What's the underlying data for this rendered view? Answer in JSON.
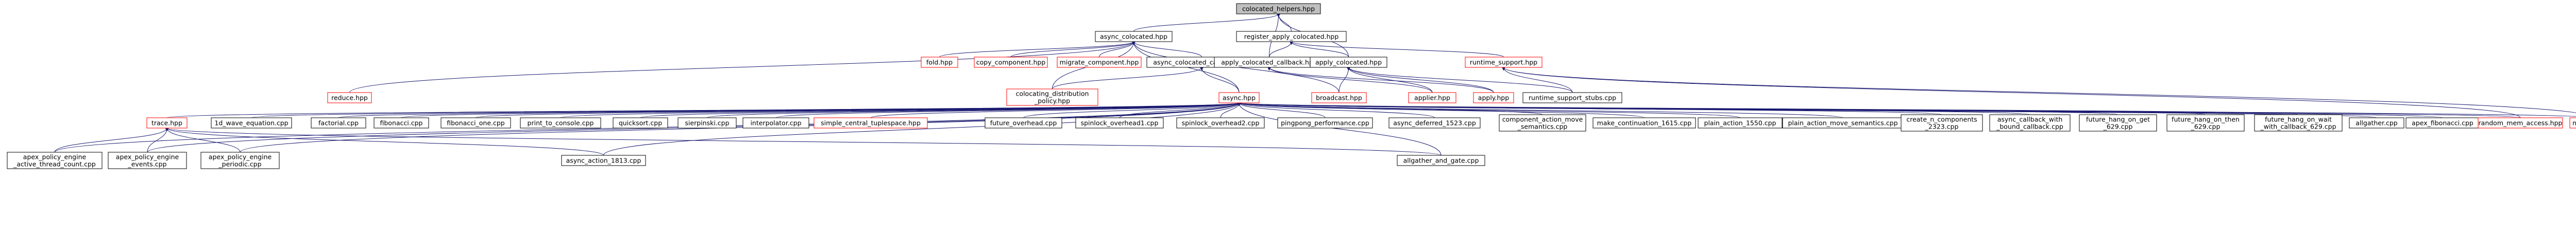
{
  "diagram": {
    "type": "include-dependency-graph",
    "nodes": {
      "colocated_helpers": {
        "lines": [
          "colocated_helpers.hpp"
        ],
        "kind": "root"
      },
      "async_colocated": {
        "lines": [
          "async_colocated.hpp"
        ],
        "kind": "doc"
      },
      "register_apply_colocated": {
        "lines": [
          "register_apply_colocated.hpp"
        ],
        "kind": "doc"
      },
      "fold": {
        "lines": [
          "fold.hpp"
        ],
        "kind": "missing"
      },
      "copy_component": {
        "lines": [
          "copy_component.hpp"
        ],
        "kind": "missing"
      },
      "migrate_component": {
        "lines": [
          "migrate_component.hpp"
        ],
        "kind": "missing"
      },
      "async_colocated_callback": {
        "lines": [
          "async_colocated_callback.hpp"
        ],
        "kind": "doc"
      },
      "apply_colocated_callback": {
        "lines": [
          "apply_colocated_callback.hpp"
        ],
        "kind": "doc"
      },
      "apply_colocated": {
        "lines": [
          "apply_colocated.hpp"
        ],
        "kind": "doc"
      },
      "runtime_support": {
        "lines": [
          "runtime_support.hpp"
        ],
        "kind": "missing"
      },
      "reduce": {
        "lines": [
          "reduce.hpp"
        ],
        "kind": "missing"
      },
      "colocating_distribution_policy": {
        "lines": [
          "colocating_distribution",
          "_policy.hpp"
        ],
        "kind": "missing"
      },
      "async": {
        "lines": [
          "async.hpp"
        ],
        "kind": "missing"
      },
      "broadcast": {
        "lines": [
          "broadcast.hpp"
        ],
        "kind": "missing"
      },
      "applier": {
        "lines": [
          "applier.hpp"
        ],
        "kind": "missing"
      },
      "apply": {
        "lines": [
          "apply.hpp"
        ],
        "kind": "missing"
      },
      "runtime_support_stubs": {
        "lines": [
          "runtime_support_stubs.cpp"
        ],
        "kind": "doc"
      },
      "trace": {
        "lines": [
          "trace.hpp"
        ],
        "kind": "missing"
      },
      "1d_wave_equation": {
        "lines": [
          "1d_wave_equation.cpp"
        ],
        "kind": "doc"
      },
      "factorial": {
        "lines": [
          "factorial.cpp"
        ],
        "kind": "doc"
      },
      "fibonacci": {
        "lines": [
          "fibonacci.cpp"
        ],
        "kind": "doc"
      },
      "fibonacci_one": {
        "lines": [
          "fibonacci_one.cpp"
        ],
        "kind": "doc"
      },
      "print_to_console": {
        "lines": [
          "print_to_console.cpp"
        ],
        "kind": "doc"
      },
      "quicksort": {
        "lines": [
          "quicksort.cpp"
        ],
        "kind": "doc"
      },
      "sierpinski": {
        "lines": [
          "sierpinski.cpp"
        ],
        "kind": "doc"
      },
      "interpolator": {
        "lines": [
          "interpolator.cpp"
        ],
        "kind": "doc"
      },
      "simple_central_tuplespace": {
        "lines": [
          "simple_central_tuplespace.hpp"
        ],
        "kind": "missing"
      },
      "future_overhead": {
        "lines": [
          "future_overhead.cpp"
        ],
        "kind": "doc"
      },
      "spinlock_overhead1": {
        "lines": [
          "spinlock_overhead1.cpp"
        ],
        "kind": "doc"
      },
      "spinlock_overhead2": {
        "lines": [
          "spinlock_overhead2.cpp"
        ],
        "kind": "doc"
      },
      "pingpong_performance": {
        "lines": [
          "pingpong_performance.cpp"
        ],
        "kind": "doc"
      },
      "async_deferred_1523": {
        "lines": [
          "async_deferred_1523.cpp"
        ],
        "kind": "doc"
      },
      "component_action_move_semantics": {
        "lines": [
          "component_action_move",
          "_semantics.cpp"
        ],
        "kind": "doc"
      },
      "make_continuation_1615": {
        "lines": [
          "make_continuation_1615.cpp"
        ],
        "kind": "doc"
      },
      "plain_action_1550": {
        "lines": [
          "plain_action_1550.cpp"
        ],
        "kind": "doc"
      },
      "plain_action_move_semantics": {
        "lines": [
          "plain_action_move_semantics.cpp"
        ],
        "kind": "doc"
      },
      "create_n_components_2323": {
        "lines": [
          "create_n_components",
          "_2323.cpp"
        ],
        "kind": "doc"
      },
      "async_callback_with_bound_callback": {
        "lines": [
          "async_callback_with",
          "_bound_callback.cpp"
        ],
        "kind": "doc"
      },
      "future_hang_on_get_629": {
        "lines": [
          "future_hang_on_get",
          "_629.cpp"
        ],
        "kind": "doc"
      },
      "future_hang_on_then_629": {
        "lines": [
          "future_hang_on_then",
          "_629.cpp"
        ],
        "kind": "doc"
      },
      "future_hang_on_wait_with_callback_629": {
        "lines": [
          "future_hang_on_wait",
          "_with_callback_629.cpp"
        ],
        "kind": "doc"
      },
      "allgather": {
        "lines": [
          "allgather.cpp"
        ],
        "kind": "doc"
      },
      "apex_fibonacci": {
        "lines": [
          "apex_fibonacci.cpp"
        ],
        "kind": "doc"
      },
      "random_mem_access": {
        "lines": [
          "random_mem_access.hpp"
        ],
        "kind": "missing"
      },
      "nqueen": {
        "lines": [
          "nqueen.hpp"
        ],
        "kind": "missing"
      },
      "apex_policy_engine_active_thread_count": {
        "lines": [
          "apex_policy_engine",
          "_active_thread_count.cpp"
        ],
        "kind": "doc"
      },
      "apex_policy_engine_events": {
        "lines": [
          "apex_policy_engine",
          "_events.cpp"
        ],
        "kind": "doc"
      },
      "apex_policy_engine_periodic": {
        "lines": [
          "apex_policy_engine",
          "_periodic.cpp"
        ],
        "kind": "doc"
      },
      "async_action_1813": {
        "lines": [
          "async_action_1813.cpp"
        ],
        "kind": "doc"
      },
      "allgather_and_gate": {
        "lines": [
          "allgather_and_gate.cpp"
        ],
        "kind": "doc"
      }
    },
    "edges": [
      [
        "colocated_helpers",
        "async_colocated"
      ],
      [
        "colocated_helpers",
        "register_apply_colocated"
      ],
      [
        "colocated_helpers",
        "apply_colocated_callback"
      ],
      [
        "colocated_helpers",
        "apply_colocated"
      ],
      [
        "async_colocated",
        "fold"
      ],
      [
        "async_colocated",
        "copy_component"
      ],
      [
        "async_colocated",
        "migrate_component"
      ],
      [
        "async_colocated",
        "async_colocated_callback"
      ],
      [
        "async_colocated",
        "reduce"
      ],
      [
        "async_colocated",
        "colocating_distribution_policy"
      ],
      [
        "async_colocated",
        "async"
      ],
      [
        "async_colocated",
        "broadcast"
      ],
      [
        "register_apply_colocated",
        "apply_colocated_callback"
      ],
      [
        "register_apply_colocated",
        "apply_colocated"
      ],
      [
        "register_apply_colocated",
        "runtime_support"
      ],
      [
        "async_colocated_callback",
        "colocating_distribution_policy"
      ],
      [
        "async_colocated_callback",
        "async"
      ],
      [
        "apply_colocated_callback",
        "applier"
      ],
      [
        "apply_colocated_callback",
        "apply"
      ],
      [
        "apply_colocated",
        "broadcast"
      ],
      [
        "apply_colocated",
        "applier"
      ],
      [
        "apply_colocated",
        "apply"
      ],
      [
        "apply_colocated",
        "runtime_support_stubs"
      ],
      [
        "runtime_support",
        "runtime_support_stubs"
      ],
      [
        "runtime_support",
        "random_mem_access"
      ],
      [
        "runtime_support",
        "nqueen"
      ],
      [
        "async",
        "trace"
      ],
      [
        "async",
        "1d_wave_equation"
      ],
      [
        "async",
        "factorial"
      ],
      [
        "async",
        "fibonacci"
      ],
      [
        "async",
        "fibonacci_one"
      ],
      [
        "async",
        "print_to_console"
      ],
      [
        "async",
        "quicksort"
      ],
      [
        "async",
        "sierpinski"
      ],
      [
        "async",
        "interpolator"
      ],
      [
        "async",
        "simple_central_tuplespace"
      ],
      [
        "async",
        "future_overhead"
      ],
      [
        "async",
        "spinlock_overhead1"
      ],
      [
        "async",
        "spinlock_overhead2"
      ],
      [
        "async",
        "pingpong_performance"
      ],
      [
        "async",
        "async_deferred_1523"
      ],
      [
        "async",
        "component_action_move_semantics"
      ],
      [
        "async",
        "make_continuation_1615"
      ],
      [
        "async",
        "plain_action_1550"
      ],
      [
        "async",
        "plain_action_move_semantics"
      ],
      [
        "async",
        "create_n_components_2323"
      ],
      [
        "async",
        "async_callback_with_bound_callback"
      ],
      [
        "async",
        "future_hang_on_get_629"
      ],
      [
        "async",
        "future_hang_on_then_629"
      ],
      [
        "async",
        "future_hang_on_wait_with_callback_629"
      ],
      [
        "async",
        "allgather"
      ],
      [
        "async",
        "apex_fibonacci"
      ],
      [
        "async",
        "random_mem_access"
      ],
      [
        "async",
        "nqueen"
      ],
      [
        "async",
        "apex_policy_engine_active_thread_count"
      ],
      [
        "async",
        "apex_policy_engine_events"
      ],
      [
        "async",
        "apex_policy_engine_periodic"
      ],
      [
        "async",
        "async_action_1813"
      ],
      [
        "async",
        "allgather_and_gate"
      ],
      [
        "trace",
        "apex_policy_engine_active_thread_count"
      ],
      [
        "trace",
        "apex_policy_engine_events"
      ],
      [
        "trace",
        "apex_policy_engine_periodic"
      ],
      [
        "trace",
        "async_action_1813"
      ],
      [
        "trace",
        "allgather_and_gate"
      ]
    ]
  },
  "colors": {
    "background": "#ffffff",
    "root_fill": "#bfbfbf",
    "node_fill": "#ffffff",
    "node_border": "#000000",
    "missing_border": "#ff0000",
    "edge": "#191970",
    "text": "#000000"
  }
}
